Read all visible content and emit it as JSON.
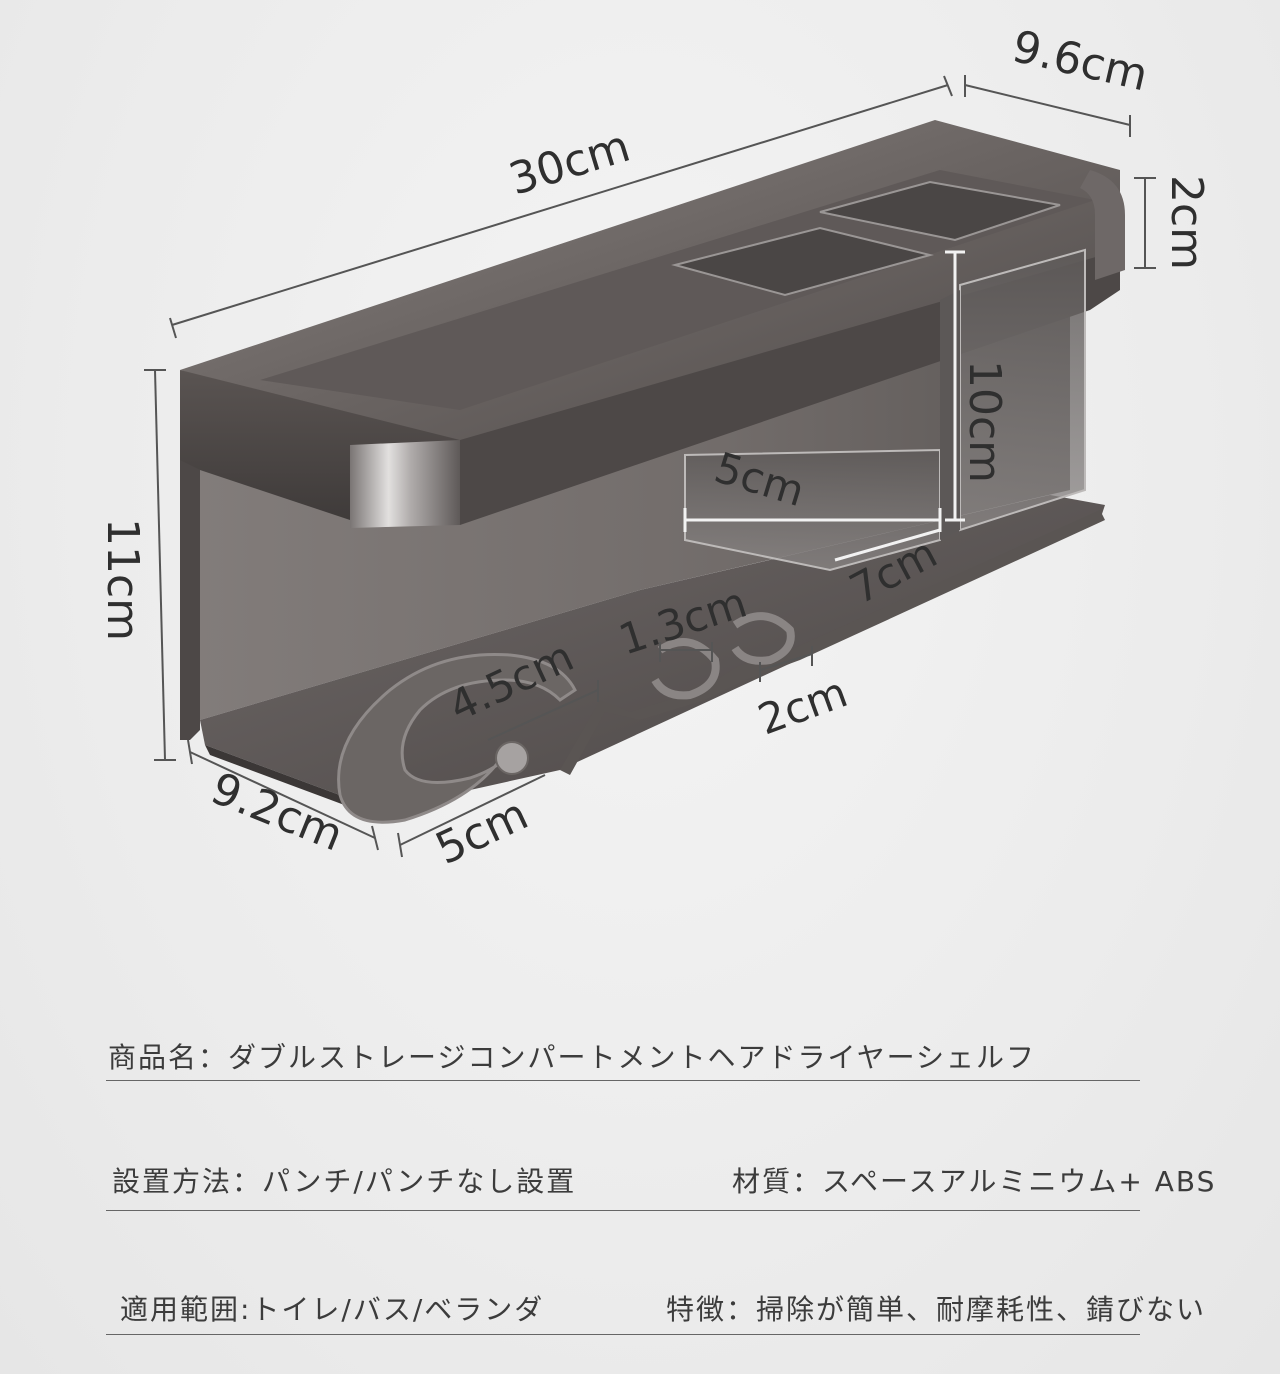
{
  "dimensions": {
    "width": "30cm",
    "depth_top": "9.6cm",
    "lip_height": "2cm",
    "cup_height": "10cm",
    "total_height": "11cm",
    "cup_width": "5cm",
    "cup_depth": "7cm",
    "slot_width": "1.3cm",
    "ring_diameter": "4.5cm",
    "slot_gap": "2cm",
    "depth_bottom": "9.2cm",
    "ring_opening": "5cm"
  },
  "specs": {
    "product_name": "商品名：ダブルストレージコンパートメントヘアドライヤーシェルフ",
    "install": "設置方法：パンチ/パンチなし設置",
    "material": "材質：スペースアルミニウム+ ABS",
    "usage": "適用範囲:トイレ/バス/ベランダ",
    "features": "特徴：掃除が簡単、耐摩耗性、錆びない"
  },
  "colors": {
    "metal": "#5a5552",
    "metal_dark": "#3f3b39",
    "cup": "#6e6a69",
    "background": "#ececec"
  }
}
